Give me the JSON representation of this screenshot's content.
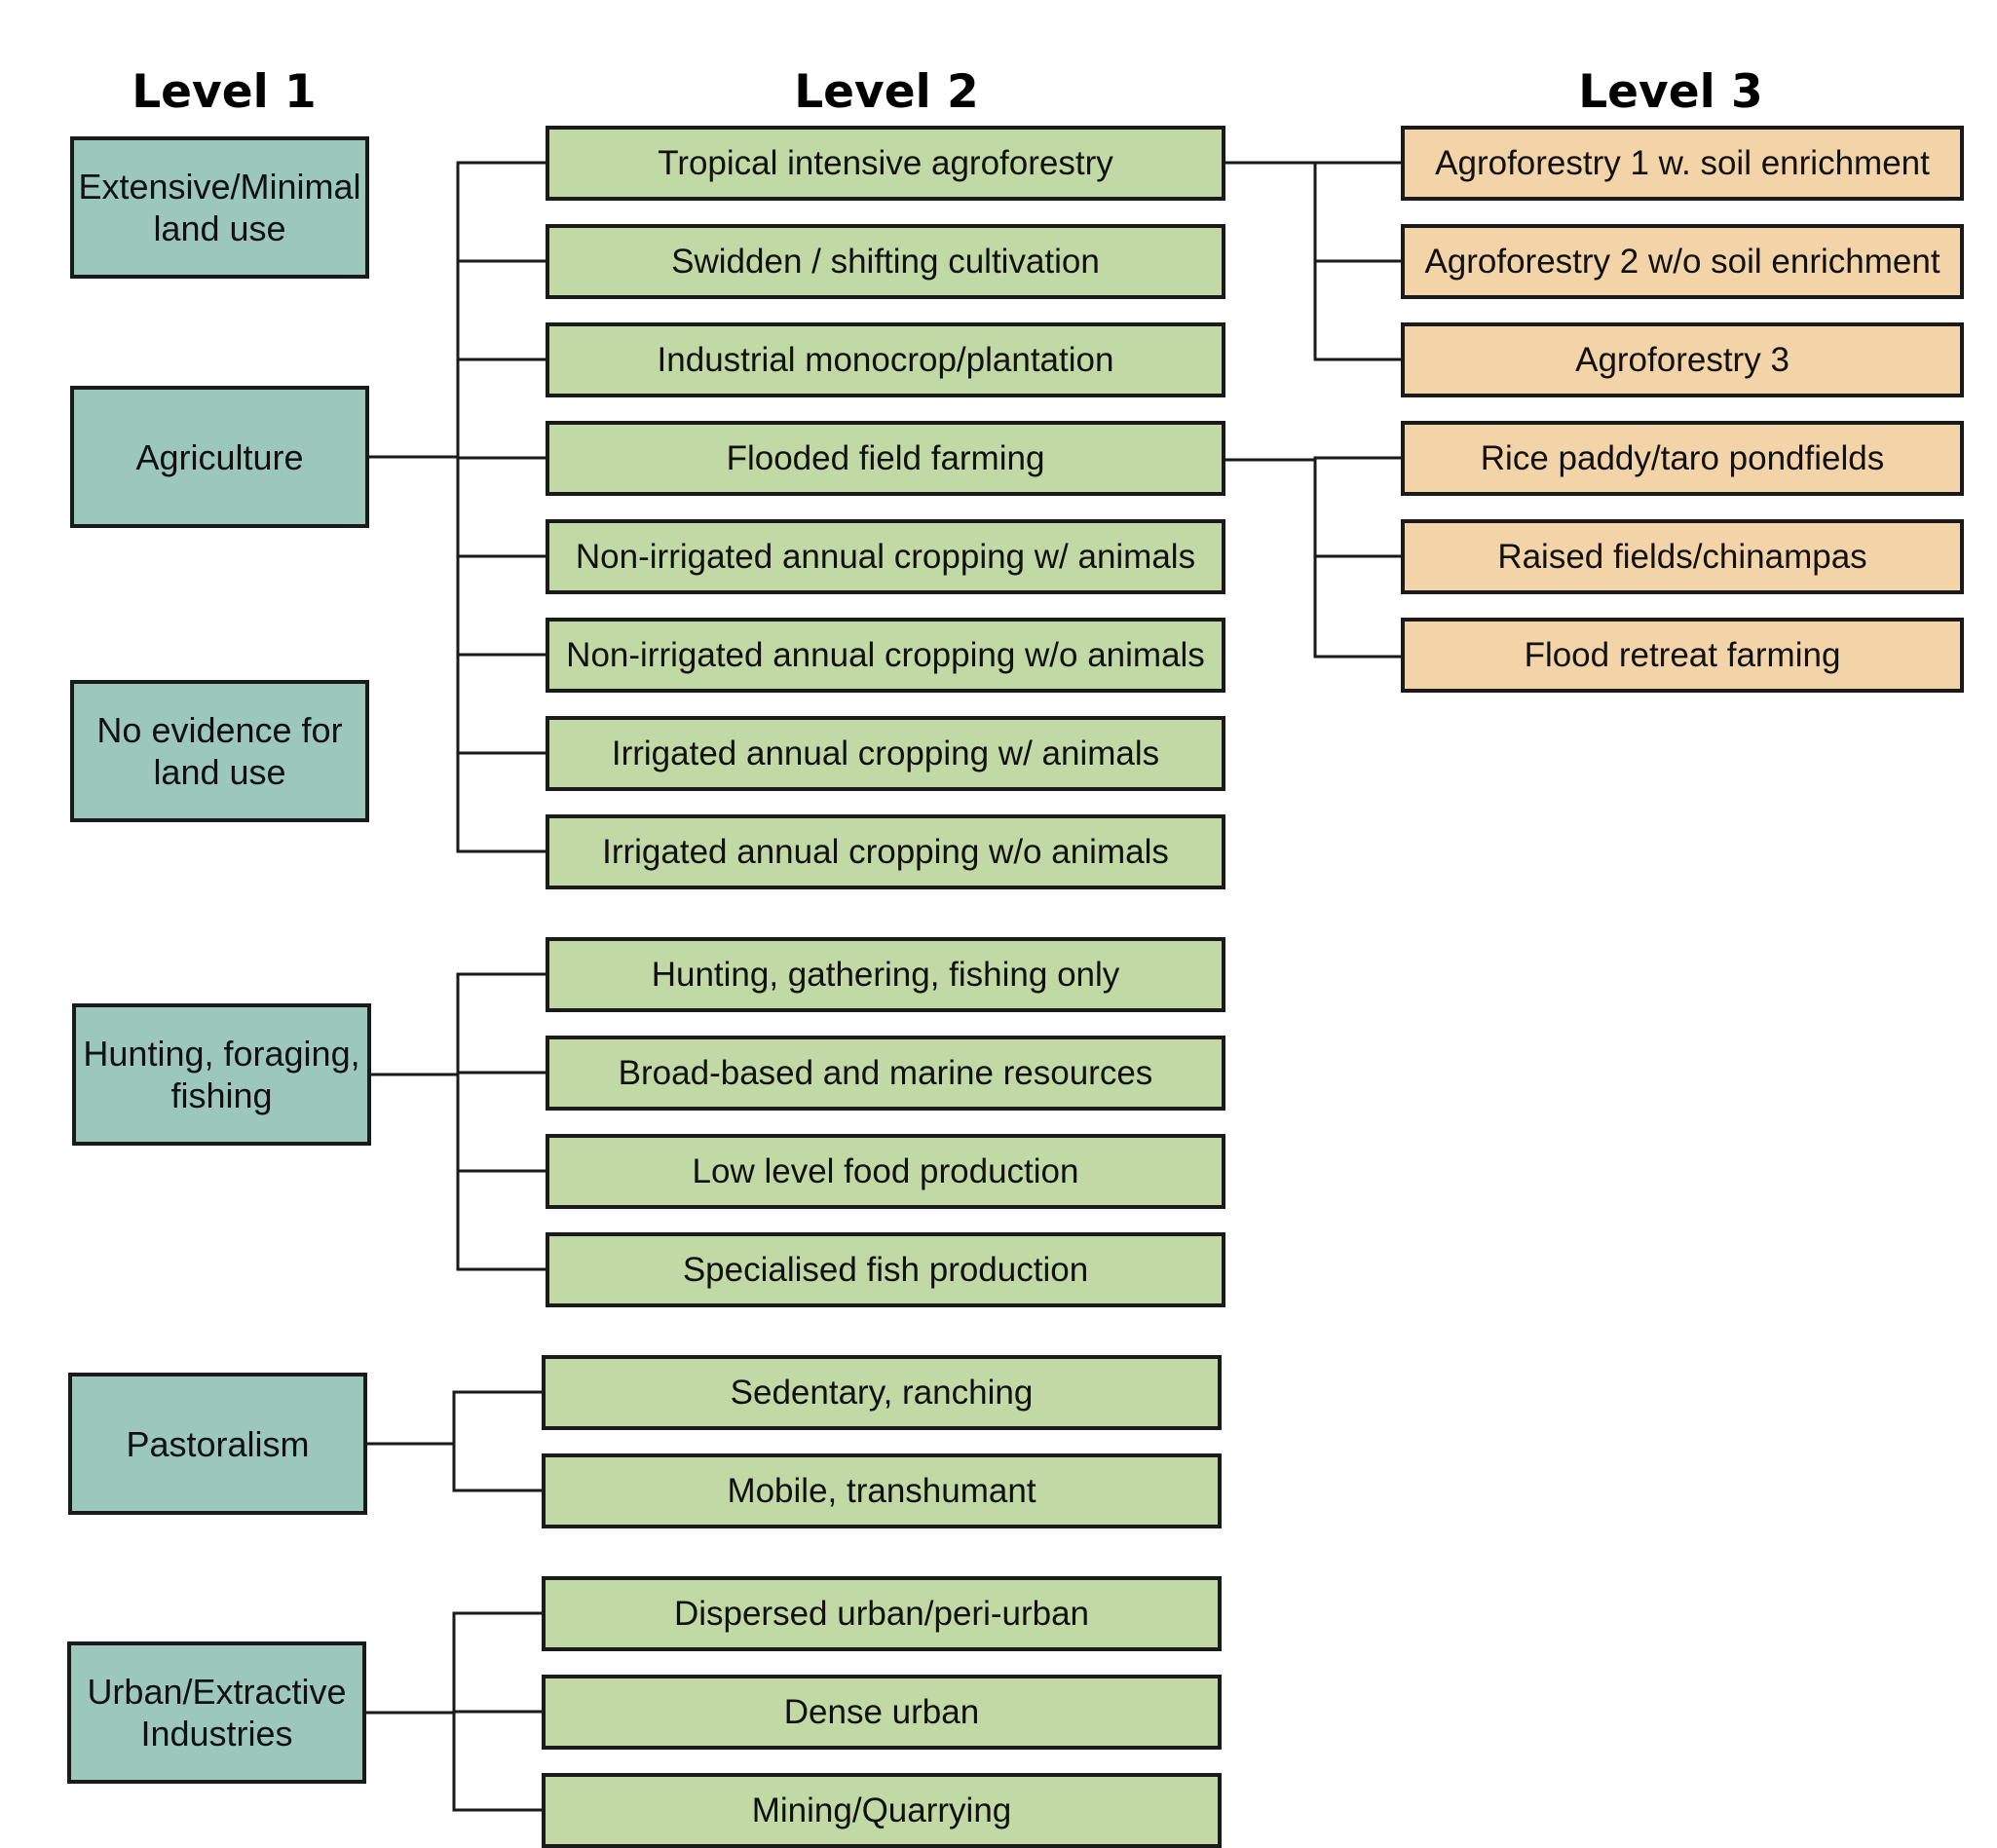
{
  "headings": {
    "level1": "Level 1",
    "level2": "Level 2",
    "level3": "Level 3"
  },
  "colors": {
    "level1_fill": "#9bc8bb",
    "level2_fill": "#c0d9a5",
    "level3_fill": "#f3d3a8",
    "stroke": "#1a1a1a"
  },
  "level1": [
    {
      "label": "Extensive/Minimal\nland use"
    },
    {
      "label": "Agriculture"
    },
    {
      "label": "No evidence for\nland use"
    },
    {
      "label": "Hunting, foraging,\nfishing"
    },
    {
      "label": "Pastoralism"
    },
    {
      "label": "Urban/Extractive\nIndustries"
    }
  ],
  "level2": [
    {
      "label": "Tropical intensive agroforestry",
      "parent": "Agriculture"
    },
    {
      "label": "Swidden / shifting cultivation",
      "parent": "Agriculture"
    },
    {
      "label": "Industrial monocrop/plantation",
      "parent": "Agriculture"
    },
    {
      "label": "Flooded field farming",
      "parent": "Agriculture"
    },
    {
      "label": "Non-irrigated annual cropping w/ animals",
      "parent": "Agriculture"
    },
    {
      "label": "Non-irrigated annual cropping w/o animals",
      "parent": "Agriculture"
    },
    {
      "label": "Irrigated annual cropping w/ animals",
      "parent": "Agriculture"
    },
    {
      "label": "Irrigated annual cropping w/o animals",
      "parent": "Agriculture"
    },
    {
      "label": "Hunting, gathering, fishing only",
      "parent": "Hunting, foraging, fishing"
    },
    {
      "label": "Broad-based and marine resources",
      "parent": "Hunting, foraging, fishing"
    },
    {
      "label": "Low level food production",
      "parent": "Hunting, foraging, fishing"
    },
    {
      "label": "Specialised fish production",
      "parent": "Hunting, foraging, fishing"
    },
    {
      "label": "Sedentary, ranching",
      "parent": "Pastoralism"
    },
    {
      "label": "Mobile, transhumant",
      "parent": "Pastoralism"
    },
    {
      "label": "Dispersed urban/peri-urban",
      "parent": "Urban/Extractive Industries"
    },
    {
      "label": "Dense urban",
      "parent": "Urban/Extractive Industries"
    },
    {
      "label": "Mining/Quarrying",
      "parent": "Urban/Extractive Industries"
    }
  ],
  "level3": [
    {
      "label": "Agroforestry 1 w. soil enrichment",
      "parent": "Tropical intensive agroforestry"
    },
    {
      "label": "Agroforestry 2 w/o soil enrichment",
      "parent": "Tropical intensive agroforestry"
    },
    {
      "label": "Agroforestry 3",
      "parent": "Tropical intensive agroforestry"
    },
    {
      "label": "Rice paddy/taro pondfields",
      "parent": "Flooded field farming"
    },
    {
      "label": "Raised fields/chinampas",
      "parent": "Flooded field farming"
    },
    {
      "label": "Flood retreat farming",
      "parent": "Flooded field farming"
    }
  ]
}
